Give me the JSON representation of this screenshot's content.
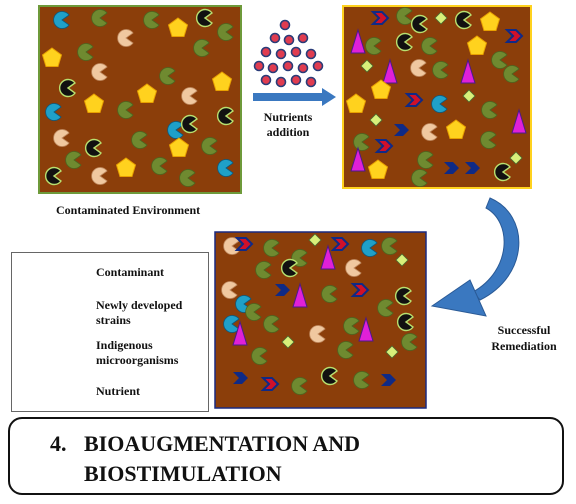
{
  "labels": {
    "nutrients_addition": "Nutrients addition",
    "contaminated_environment": "Contaminated Environment",
    "successful_remediation": "Successful Remediation"
  },
  "legend": {
    "contaminant": "Contaminant",
    "newly_developed_strains": "Newly developed strains",
    "indigenous_microorganisms": "Indigenous microorganisms",
    "nutrient": "Nutrient"
  },
  "title": {
    "number": "4.",
    "text": "BIOAUGMENTATION AND BIOSTIMULATION"
  },
  "colors": {
    "soil": "#8B3E0A",
    "contaminant": "#FFD21E",
    "strain_chevron": "#0F2A86",
    "strain_red": "#D0102A",
    "strain_triangle": "#E020D8",
    "strain_diamond": "#D8F07A",
    "microbe_teal": "#1FA0C8",
    "microbe_black": "#111111",
    "microbe_olive": "#6F8A30",
    "microbe_peach": "#F0C8A0",
    "nutrient_fill": "#E03C50",
    "nutrient_stroke": "#2A3C78",
    "arrow_blue": "#3A78C0"
  }
}
